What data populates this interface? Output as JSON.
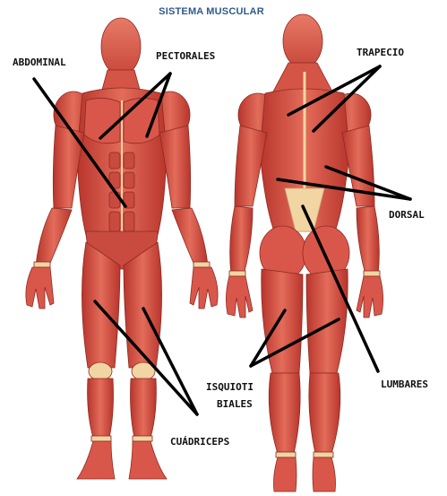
{
  "title": "SISTEMA MUSCULAR",
  "labels": {
    "abdominal": "ABDOMINAL",
    "pectorales": "PECTORALES",
    "trapecio": "TRAPECIO",
    "dorsal": "DORSAL",
    "isquiotibiales_line1": "ISQUIOTI",
    "isquiotibiales_line2": "BIALES",
    "lumbares": "LUMBARES",
    "cuadriceps": "CUÁDRICEPS"
  },
  "colors": {
    "title": "#2f5a8a",
    "muscle": "#d9574a",
    "muscle_dark": "#a8302a",
    "tendon": "#f1d5a3",
    "pointer": "#000000"
  }
}
